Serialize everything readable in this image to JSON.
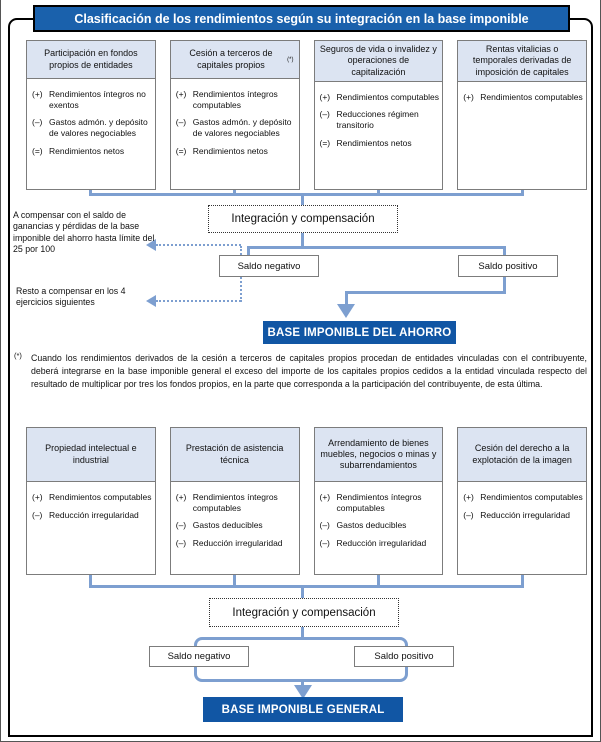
{
  "title": "Clasificación de los rendimientos según su integración en la base imponible",
  "colors": {
    "title_bg": "#1a61ac",
    "result_bg": "#1156a4",
    "connector_blue": "#7d9fd0",
    "box_header_bg": "#dce4f2"
  },
  "top_section": {
    "boxes": [
      {
        "header": "Participación en fondos propios de entidades",
        "items": [
          {
            "sign": "(+)",
            "text": "Rendimientos íntegros no exentos"
          },
          {
            "sign": "(–)",
            "text": "Gastos admón. y depósito de valores negociables"
          },
          {
            "sign": "(=)",
            "text": "Rendimientos netos"
          }
        ]
      },
      {
        "header": "Cesión a terceros de capitales propios",
        "header_mark": "(*)",
        "items": [
          {
            "sign": "(+)",
            "text": "Rendimientos íntegros computables"
          },
          {
            "sign": "(–)",
            "text": "Gastos admón. y depósito de valores negociables"
          },
          {
            "sign": "(=)",
            "text": "Rendimientos netos"
          }
        ]
      },
      {
        "header": "Seguros de vida o invalidez y operaciones de capitalización",
        "items": [
          {
            "sign": "(+)",
            "text": "Rendimientos computables"
          },
          {
            "sign": "(–)",
            "text": "Reducciones régimen transitorio"
          },
          {
            "sign": "(=)",
            "text": "Rendimientos netos"
          }
        ]
      },
      {
        "header": "Rentas vitalicias o temporales derivadas de imposición de capitales",
        "items": [
          {
            "sign": "(+)",
            "text": "Rendimientos computables"
          }
        ]
      }
    ],
    "integration_label": "Integración y compensación",
    "saldo_negativo": "Saldo negativo",
    "saldo_positivo": "Saldo positivo",
    "result_label": "BASE IMPONIBLE DEL AHORRO",
    "side_note_1": "A compensar con el saldo de ganancias y pérdidas de la base imponible del ahorro hasta límite del 25 por 100",
    "side_note_2": "Resto a compensar en los 4 ejercicios siguientes"
  },
  "footnote": {
    "marker": "(*)",
    "text": "Cuando los rendimientos derivados de la cesión a terceros de capitales propios procedan de entidades vinculadas con el contribuyente, deberá integrarse en la base imponible general el exceso del importe de los capitales propios cedidos a la entidad vinculada respecto del resultado de multiplicar por tres los fondos propios, en la parte que corresponda a la participación del contribuyente, de esta última."
  },
  "bottom_section": {
    "boxes": [
      {
        "header": "Propiedad intelectual e industrial",
        "items": [
          {
            "sign": "(+)",
            "text": "Rendimientos computables"
          },
          {
            "sign": "(–)",
            "text": "Reducción irregularidad"
          }
        ]
      },
      {
        "header": "Prestación de asistencia técnica",
        "items": [
          {
            "sign": "(+)",
            "text": "Rendimientos íntegros computables"
          },
          {
            "sign": "(–)",
            "text": "Gastos deducibles"
          },
          {
            "sign": "(–)",
            "text": "Reducción irregularidad"
          }
        ]
      },
      {
        "header": "Arrendamiento de bienes muebles, negocios o minas y subarrendamientos",
        "items": [
          {
            "sign": "(+)",
            "text": "Rendimientos íntegros computables"
          },
          {
            "sign": "(–)",
            "text": "Gastos deducibles"
          },
          {
            "sign": "(–)",
            "text": "Reducción irregularidad"
          }
        ]
      },
      {
        "header": "Cesión del derecho a la explotación de la imagen",
        "items": [
          {
            "sign": "(+)",
            "text": "Rendimientos computables"
          },
          {
            "sign": "(–)",
            "text": "Reducción irregularidad"
          }
        ]
      }
    ],
    "integration_label": "Integración y compensación",
    "saldo_negativo": "Saldo negativo",
    "saldo_positivo": "Saldo positivo",
    "result_label": "BASE IMPONIBLE GENERAL"
  }
}
